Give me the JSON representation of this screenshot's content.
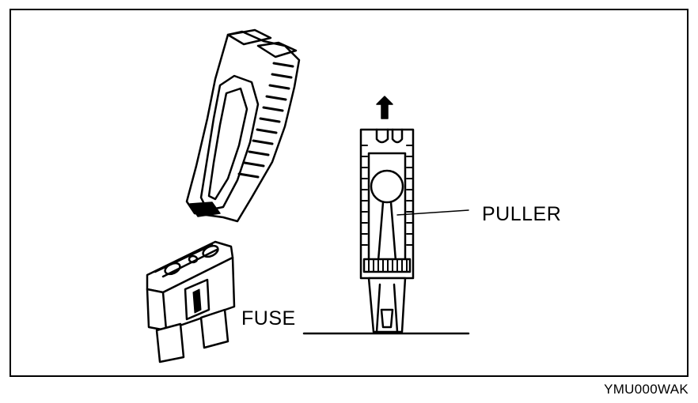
{
  "labels": {
    "fuse": "FUSE",
    "puller": "PULLER",
    "figure_code": "YMU000WAK"
  },
  "colors": {
    "ink": "#000000",
    "paper": "#ffffff"
  },
  "icons": [
    "up-arrow-icon"
  ]
}
